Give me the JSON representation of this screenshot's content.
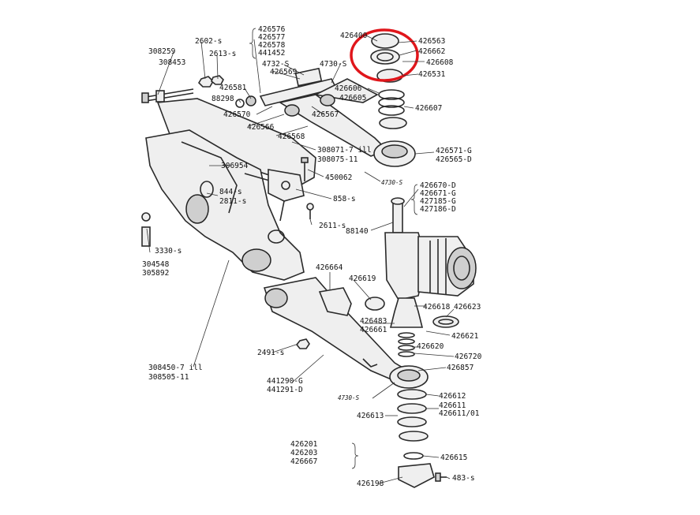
{
  "labels": {
    "l308259": "308259",
    "l308453": "308453",
    "l2602": "2602-s",
    "l2613": "2613-s",
    "l426576": "426576",
    "l426577": "426577",
    "l426578": "426578",
    "l441452": "441452",
    "l4732": "4732-S",
    "l4730a": "4730-S",
    "l426581": "426581",
    "l88298": "88298",
    "l426569": "426569",
    "l426570": "426570",
    "l426566": "426566",
    "l426567": "426567",
    "l426568": "426568",
    "l426400": "426400",
    "l426563": "426563",
    "l426662": "426662",
    "l426608": "426608",
    "l426531": "426531",
    "l426606": "426606",
    "l426605": "426605",
    "l426607": "426607",
    "l426571": "426571-G",
    "l426565": "426565-D",
    "l308071": "308071-7 ill",
    "l308075": "308075-11",
    "l306954": "306954",
    "l450062": "450062",
    "l858": "858-s",
    "l844": "844-s",
    "l2811": "2811-s",
    "l2611": "2611-s",
    "l426670": "426670-D",
    "l426671": "426671-G",
    "l427185": "427185-G",
    "l427186": "427186-D",
    "l88140": "88140",
    "l3330": "3330-s",
    "l304548": "304548",
    "l305892": "305892",
    "l426664": "426664",
    "l426619": "426619",
    "l426618": "426618",
    "l426623": "426623",
    "l426483": "426483",
    "l426661": "426661",
    "l426621": "426621",
    "l426620": "426620",
    "l426720": "426720",
    "l426857": "426857",
    "l2491": "2491-s",
    "l308450": "308450-7 ill",
    "l308505": "308505-11",
    "l441290": "441290-G",
    "l441291": "441291-D",
    "l4730b": "4730-S",
    "l4730c": "4730-S",
    "l426612": "426612",
    "l426611": "426611",
    "l426611b": "426611/01",
    "l426613": "426613",
    "l426201": "426201",
    "l426203": "426203",
    "l426667": "426667",
    "l426615": "426615",
    "l426198": "426198",
    "l483": "483-s"
  }
}
